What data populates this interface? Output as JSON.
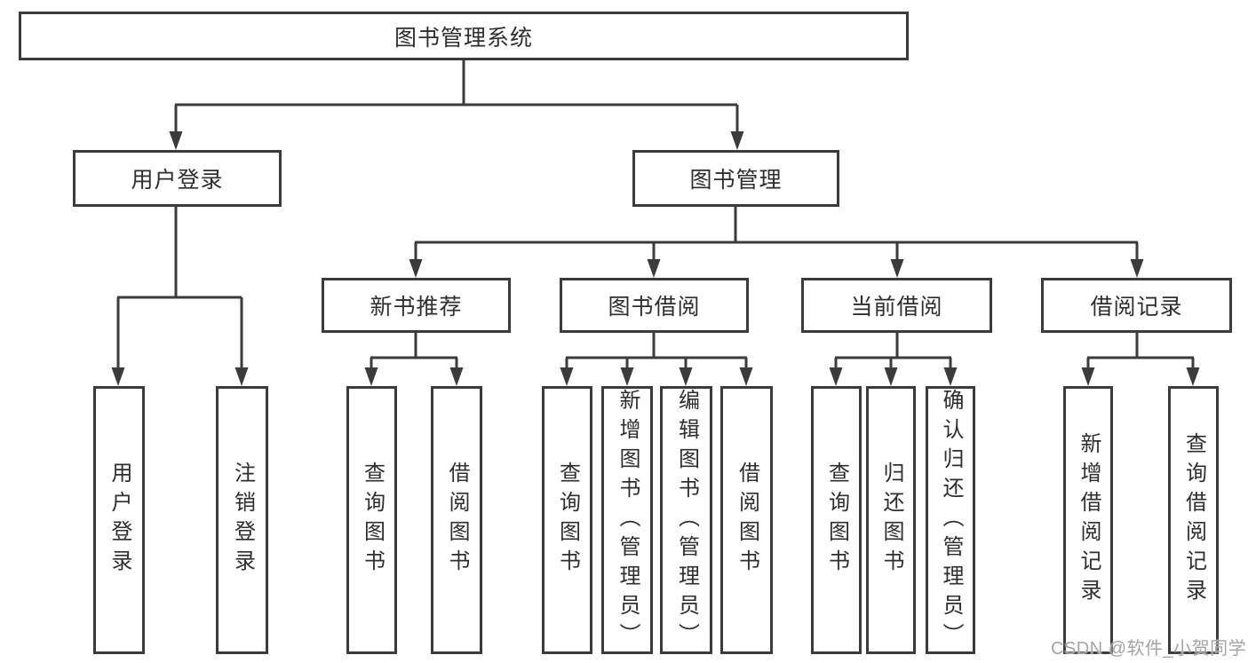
{
  "diagram": {
    "root": {
      "label": "图书管理系统"
    },
    "branches": [
      {
        "label": "用户登录",
        "children": [
          {
            "label": "用户登录"
          },
          {
            "label": "注销登录"
          }
        ]
      },
      {
        "label": "图书管理",
        "children": [
          {
            "label": "新书推荐",
            "children": [
              {
                "label": "查询图书"
              },
              {
                "label": "借阅图书"
              }
            ]
          },
          {
            "label": "图书借阅",
            "children": [
              {
                "label": "查询图书"
              },
              {
                "label": "新增图书（管理员）"
              },
              {
                "label": "编辑图书（管理员）"
              },
              {
                "label": "借阅图书"
              }
            ]
          },
          {
            "label": "当前借阅",
            "children": [
              {
                "label": "查询图书"
              },
              {
                "label": "归还图书"
              },
              {
                "label": "确认归还（管理员）"
              }
            ]
          },
          {
            "label": "借阅记录",
            "children": [
              {
                "label": "新增借阅记录"
              },
              {
                "label": "查询借阅记录"
              }
            ]
          }
        ]
      }
    ]
  },
  "watermark": {
    "text": "CSDN @软件_小贺同学",
    "color": "#a4a4a6"
  },
  "colors": {
    "line": "#3b3b3b",
    "text": "#2e2e2e",
    "background": "#ffffff"
  }
}
